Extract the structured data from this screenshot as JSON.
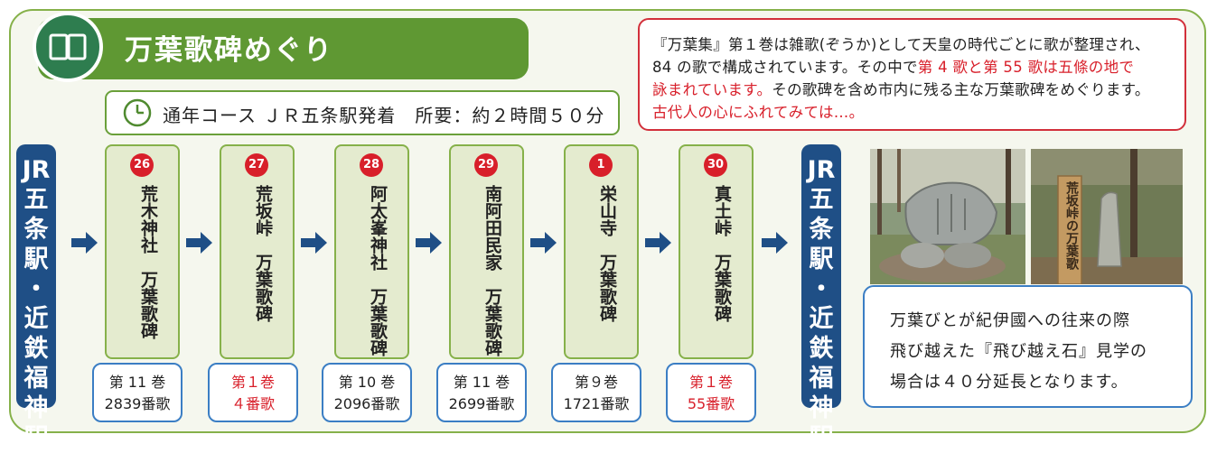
{
  "title": "万葉歌碑めぐり",
  "course": "通年コース ＪＲ五条駅発着　所要：約２時間５０分",
  "info": {
    "line1": "『万葉集』第１巻は雑歌(ぞうか)として天皇の時代ごとに歌が整理され、",
    "line2_a": "84 の歌で構成されています。その中で",
    "line2_b": "第 4 歌と第 55 歌は五條の地で",
    "line3_a": "詠まれています。",
    "line3_b": "その歌碑を含め市内に残る主な万葉歌碑をめぐります。",
    "line4": "古代人の心にふれてみては…。"
  },
  "start_station": "JR五条駅・近鉄福神駅",
  "end_station": "JR五条駅・近鉄福神駅",
  "stops": [
    {
      "num": "26",
      "name": "荒木神社　万葉歌碑",
      "vol": "第 11 巻",
      "poem": "2839番歌",
      "highlight": false
    },
    {
      "num": "27",
      "name": "荒坂峠　万葉歌碑",
      "vol": "第１巻",
      "poem": "４番歌",
      "highlight": true
    },
    {
      "num": "28",
      "name": "阿太峯神社　万葉歌碑",
      "vol": "第 10 巻",
      "poem": "2096番歌",
      "highlight": false
    },
    {
      "num": "29",
      "name": "南阿田民家　万葉歌碑",
      "vol": "第 11 巻",
      "poem": "2699番歌",
      "highlight": false
    },
    {
      "num": "1",
      "name": "栄山寺　万葉歌碑",
      "vol": "第９巻",
      "poem": "1721番歌",
      "highlight": false
    },
    {
      "num": "30",
      "name": "真土峠　万葉歌碑",
      "vol": "第１巻",
      "poem": "55番歌",
      "highlight": true
    }
  ],
  "note": {
    "line1": "万葉びとが紀伊國への往来の際",
    "line2": "飛び越えた『飛び越え石』見学の",
    "line3": "場合は４０分延長となります。"
  },
  "photo_sign": "荒坂峠の万葉歌",
  "colors": {
    "frame_green": "#86b14a",
    "title_green": "#5f9833",
    "station_blue": "#1f4f86",
    "accent_red": "#d81f2a",
    "poem_border_blue": "#3b7ec4"
  },
  "icons": [
    "book-icon",
    "clock-icon",
    "arrow-right-icon"
  ]
}
